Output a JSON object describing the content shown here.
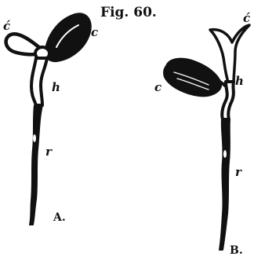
{
  "figure": {
    "title": "Fig. 60."
  },
  "seedling_a": {
    "label_c_prime": "ć",
    "label_c": "c",
    "label_h": "h",
    "label_r": "r",
    "panel_label": "A."
  },
  "seedling_b": {
    "label_c_prime": "ć",
    "label_c": "c",
    "label_h": "h",
    "label_r": "r",
    "panel_label": "B."
  },
  "colors": {
    "ink": "#111111",
    "paper": "#ffffff"
  }
}
